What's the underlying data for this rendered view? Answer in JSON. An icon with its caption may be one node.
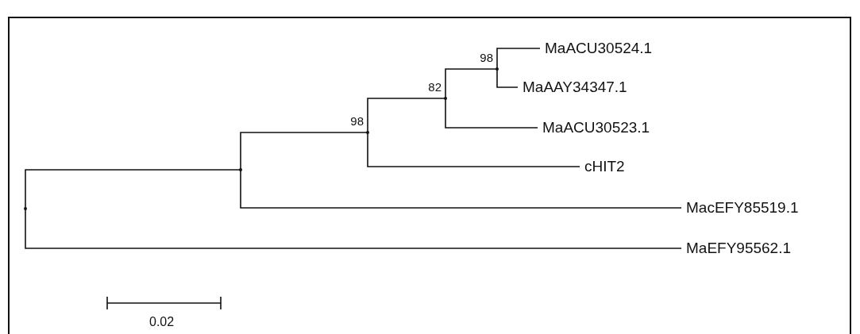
{
  "diagram": {
    "nodes": [
      {
        "text": [],
        "shape": "point"
      },
      {
        "text": [],
        "shape": "point"
      },
      {
        "text": [],
        "shape": "point",
        "beside": [
          "98"
        ]
      },
      {
        "text": [],
        "shape": "point",
        "beside": [
          "82"
        ]
      },
      {
        "text": [],
        "shape": "point",
        "beside": [
          "98"
        ]
      },
      {
        "text": [
          "MaACU30524.1"
        ]
      },
      {
        "text": [
          "MaAAY34347.1"
        ]
      },
      {
        "text": [
          "MaACU30523.1"
        ]
      },
      {
        "text": [
          "cHIT2"
        ]
      },
      {
        "text": [
          "MacEFY85519.1"
        ]
      },
      {
        "text": [
          "MaEFY95562.1"
        ]
      }
    ],
    "edges": [
      {
        "from": 0,
        "to": 1,
        "arrow": "none"
      },
      {
        "from": 0,
        "to": 10,
        "arrow": "none"
      },
      {
        "from": 1,
        "to": 2,
        "arrow": "none"
      },
      {
        "from": 1,
        "to": 9,
        "arrow": "none"
      },
      {
        "from": 2,
        "to": 3,
        "arrow": "none"
      },
      {
        "from": 2,
        "to": 8,
        "arrow": "none"
      },
      {
        "from": 3,
        "to": 4,
        "arrow": "none"
      },
      {
        "from": 3,
        "to": 7,
        "arrow": "none"
      },
      {
        "from": 4,
        "to": 5,
        "arrow": "none"
      },
      {
        "from": 4,
        "to": 6,
        "arrow": "none"
      }
    ],
    "labels": [
      "0.02"
    ]
  }
}
